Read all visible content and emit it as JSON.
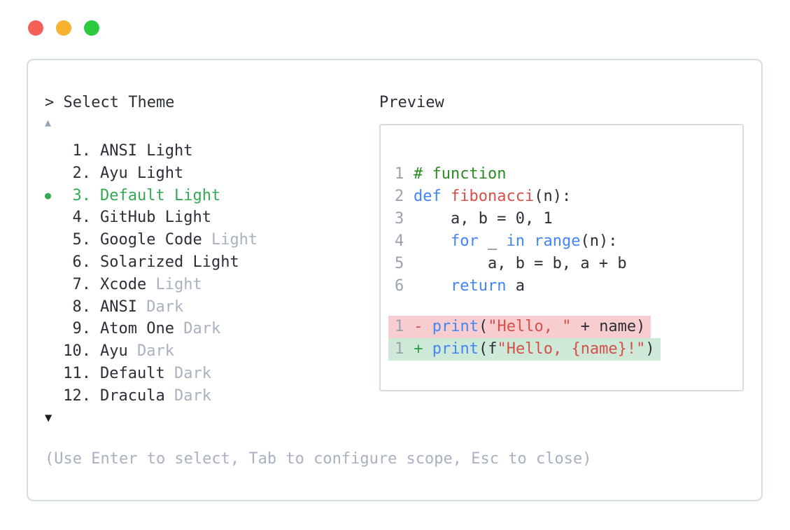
{
  "window": {
    "controls": [
      {
        "name": "close",
        "color": "#f3605a"
      },
      {
        "name": "minimize",
        "color": "#f5b32f"
      },
      {
        "name": "zoom",
        "color": "#2dc93f"
      }
    ]
  },
  "theme_picker": {
    "prompt": "> Select Theme",
    "scroll_up_icon": "▲",
    "scroll_down_icon": "▼",
    "selected_bullet": "●",
    "items": [
      {
        "number": "1.",
        "name": "ANSI",
        "variant": "Light",
        "variant_muted": false,
        "selected": false
      },
      {
        "number": "2.",
        "name": "Ayu",
        "variant": "Light",
        "variant_muted": false,
        "selected": false
      },
      {
        "number": "3.",
        "name": "Default",
        "variant": "Light",
        "variant_muted": false,
        "selected": true
      },
      {
        "number": "4.",
        "name": "GitHub",
        "variant": "Light",
        "variant_muted": false,
        "selected": false
      },
      {
        "number": "5.",
        "name": "Google Code",
        "variant": "Light",
        "variant_muted": true,
        "selected": false
      },
      {
        "number": "6.",
        "name": "Solarized",
        "variant": "Light",
        "variant_muted": false,
        "selected": false
      },
      {
        "number": "7.",
        "name": "Xcode",
        "variant": "Light",
        "variant_muted": true,
        "selected": false
      },
      {
        "number": "8.",
        "name": "ANSI",
        "variant": "Dark",
        "variant_muted": true,
        "selected": false
      },
      {
        "number": "9.",
        "name": "Atom One",
        "variant": "Dark",
        "variant_muted": true,
        "selected": false
      },
      {
        "number": "10.",
        "name": "Ayu",
        "variant": "Dark",
        "variant_muted": true,
        "selected": false
      },
      {
        "number": "11.",
        "name": "Default",
        "variant": "Dark",
        "variant_muted": true,
        "selected": false
      },
      {
        "number": "12.",
        "name": "Dracula",
        "variant": "Dark",
        "variant_muted": true,
        "selected": false
      }
    ],
    "help": "(Use Enter to select, Tab to configure scope, Esc to close)"
  },
  "preview": {
    "title": "Preview",
    "code_lines": [
      {
        "num": "1",
        "tokens": [
          {
            "text": "# function",
            "cls": "comment"
          }
        ]
      },
      {
        "num": "2",
        "tokens": [
          {
            "text": "def",
            "cls": "kw"
          },
          {
            "text": " ",
            "cls": "plain"
          },
          {
            "text": "fibonacci",
            "cls": "fn"
          },
          {
            "text": "(n):",
            "cls": "plain"
          }
        ]
      },
      {
        "num": "3",
        "tokens": [
          {
            "text": "    a, b = 0, 1",
            "cls": "plain"
          }
        ]
      },
      {
        "num": "4",
        "tokens": [
          {
            "text": "    ",
            "cls": "plain"
          },
          {
            "text": "for",
            "cls": "kw"
          },
          {
            "text": " _ ",
            "cls": "plain"
          },
          {
            "text": "in",
            "cls": "kw"
          },
          {
            "text": " ",
            "cls": "plain"
          },
          {
            "text": "range",
            "cls": "kw"
          },
          {
            "text": "(n):",
            "cls": "plain"
          }
        ]
      },
      {
        "num": "5",
        "tokens": [
          {
            "text": "        a, b = b, a + b",
            "cls": "plain"
          }
        ]
      },
      {
        "num": "6",
        "tokens": [
          {
            "text": "    ",
            "cls": "plain"
          },
          {
            "text": "return",
            "cls": "kw"
          },
          {
            "text": " a",
            "cls": "plain"
          }
        ]
      }
    ],
    "diff_lines": [
      {
        "num": "1",
        "sign": "-",
        "kind": "removed",
        "tokens": [
          {
            "text": "print",
            "cls": "kw"
          },
          {
            "text": "(",
            "cls": "plain"
          },
          {
            "text": "\"Hello, \"",
            "cls": "str"
          },
          {
            "text": " + name)",
            "cls": "plain"
          }
        ]
      },
      {
        "num": "1",
        "sign": "+",
        "kind": "added",
        "tokens": [
          {
            "text": "print",
            "cls": "kw"
          },
          {
            "text": "(f",
            "cls": "plain"
          },
          {
            "text": "\"Hello, {name}!\"",
            "cls": "str"
          },
          {
            "text": ")",
            "cls": "plain"
          }
        ]
      }
    ]
  },
  "colors": {
    "text": "#2b2f36",
    "muted": "#a9b1c0",
    "selected": "#34a853",
    "scroll_up": "#98a4b5",
    "scroll_down": "#1b1e23",
    "border": "#d8dce3",
    "keyword": "#4285f4",
    "function": "#d6504a",
    "string": "#d6504a",
    "comment": "#2a8b22",
    "line_number": "#9aa3ad",
    "diff_removed_bg": "#f8cdd0",
    "diff_added_bg": "#cfe9d9",
    "diff_minus": "#d6504a",
    "diff_plus": "#2f9e44",
    "traffic_red": "#f3605a",
    "traffic_yellow": "#f5b32f",
    "traffic_green": "#2dc93f"
  }
}
